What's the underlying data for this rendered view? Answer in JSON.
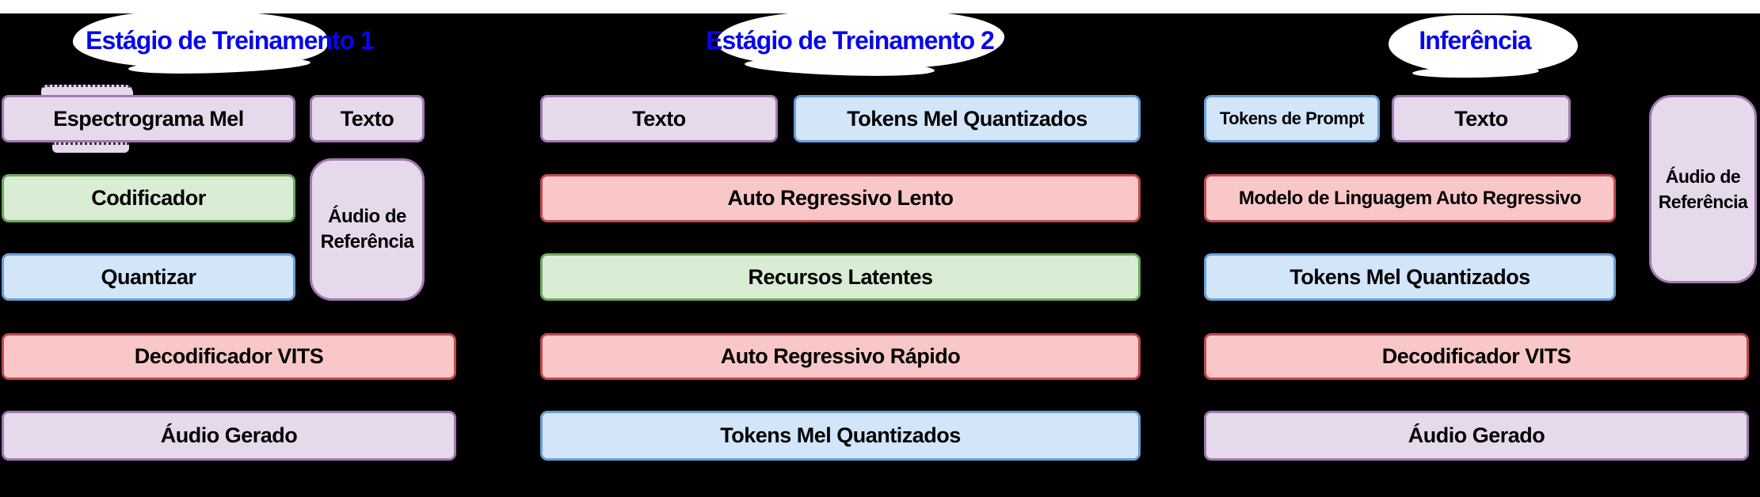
{
  "colors": {
    "background": "#000000",
    "top_strip": "#ffffff",
    "title_text": "#0707ee",
    "box_text": "#000000",
    "lavender_fill": "#e6d9ec",
    "lavender_stroke": "#a179b0",
    "green_fill": "#d9ecd4",
    "green_stroke": "#6ca95f",
    "blue_fill": "#d3e5f8",
    "blue_stroke": "#6a9fd8",
    "red_fill": "#f9c7c7",
    "red_stroke": "#c04a4e"
  },
  "stage1": {
    "title": "Estágio de Treinamento 1",
    "boxes": {
      "espectrograma_mel": "Espectrograma Mel",
      "texto": "Texto",
      "codificador": "Codificador",
      "audio_de_referencia": "Áudio de Referência",
      "quantizar": "Quantizar",
      "decodificador_vits": "Decodificador VITS",
      "audio_gerado": "Áudio Gerado"
    }
  },
  "stage2": {
    "title": "Estágio de Treinamento 2",
    "boxes": {
      "texto": "Texto",
      "tokens_mel_quantizados_entrada": "Tokens Mel Quantizados",
      "auto_regressivo_lento": "Auto Regressivo Lento",
      "recursos_latentes": "Recursos Latentes",
      "auto_regressivo_rapido": "Auto Regressivo Rápido",
      "tokens_mel_quantizados_saida": "Tokens Mel Quantizados"
    }
  },
  "inference": {
    "title": "Inferência",
    "boxes": {
      "tokens_de_prompt": "Tokens de Prompt",
      "texto": "Texto",
      "modelo_de_linguagem_auto_regressivo": "Modelo de Linguagem Auto Regressivo",
      "tokens_mel_quantizados": "Tokens Mel Quantizados",
      "decodificador_vits": "Decodificador VITS",
      "audio_gerado": "Áudio Gerado",
      "audio_de_referencia": "Áudio de Referência"
    }
  }
}
